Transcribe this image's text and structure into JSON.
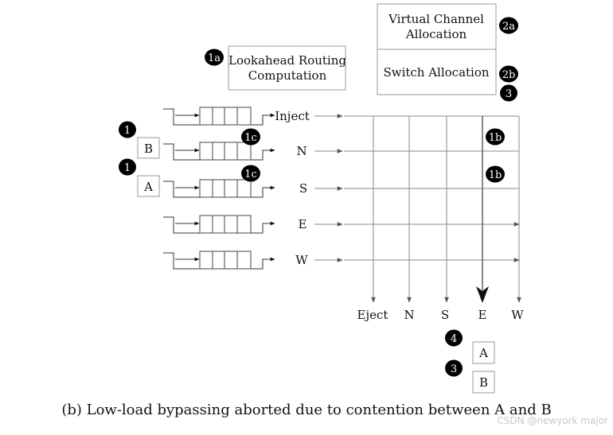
{
  "boxes": {
    "lookahead": "Lookahead Routing Computation",
    "lookahead_lines": [
      "Lookahead Routing",
      "Computation"
    ],
    "vc_alloc_lines": [
      "Virtual Channel",
      "Allocation"
    ],
    "switch_alloc": "Switch Allocation"
  },
  "badges": {
    "b1a": "1a",
    "b2a": "2a",
    "b2b": "2b",
    "b3_top": "3",
    "b1_b": "1",
    "b1_a": "1",
    "b1c_n": "1c",
    "b1c_s": "1c",
    "b1b_n": "1b",
    "b1b_s": "1b",
    "b4": "4",
    "b3_bottom": "3"
  },
  "flits": {
    "in_b": "B",
    "in_a": "A",
    "out_a": "A",
    "out_b": "B"
  },
  "inputs": [
    "Inject",
    "N",
    "S",
    "E",
    "W"
  ],
  "outputs": [
    "Eject",
    "N",
    "S",
    "E",
    "W"
  ],
  "caption": "(b) Low-load bypassing aborted due to contention between A and B",
  "watermark": "CSDN @newyork major",
  "colors": {
    "badge": "#000000",
    "line": "#888888",
    "box_border": "#999999",
    "text": "#111111"
  }
}
